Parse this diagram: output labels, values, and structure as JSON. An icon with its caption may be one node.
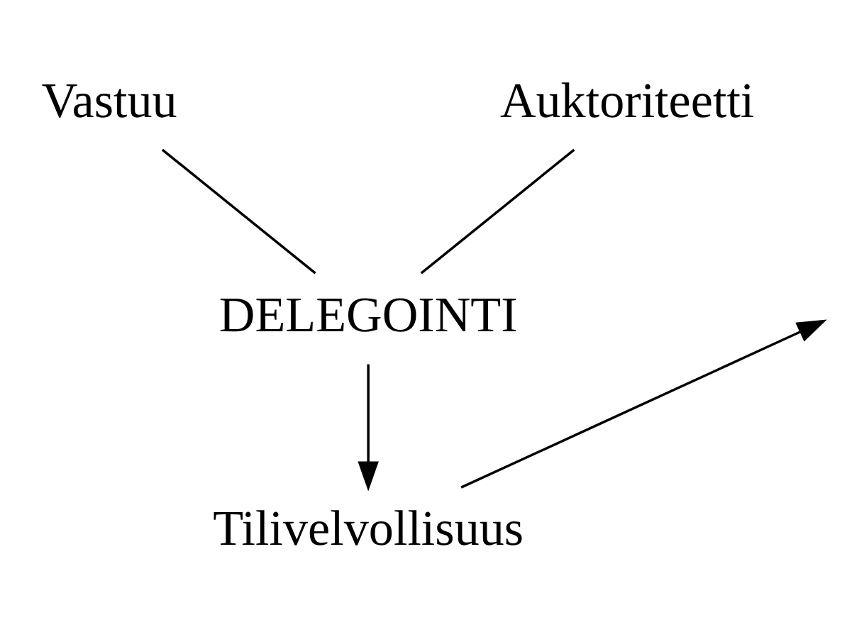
{
  "diagram": {
    "nodes": [
      {
        "text": [
          "Vastuu"
        ]
      },
      {
        "text": [
          "Auktoriteetti"
        ]
      },
      {
        "text": [
          "DELEGOINTI"
        ]
      },
      {
        "text": [
          "Tilivelvollisuus"
        ]
      }
    ],
    "edges": [
      {
        "from": 0,
        "to": 2,
        "arrow": "none"
      },
      {
        "from": 1,
        "to": 2,
        "arrow": "none"
      },
      {
        "from": 2,
        "to": 3,
        "arrow": "to"
      },
      {
        "from": 3,
        "to": null,
        "arrow": "to"
      }
    ]
  }
}
